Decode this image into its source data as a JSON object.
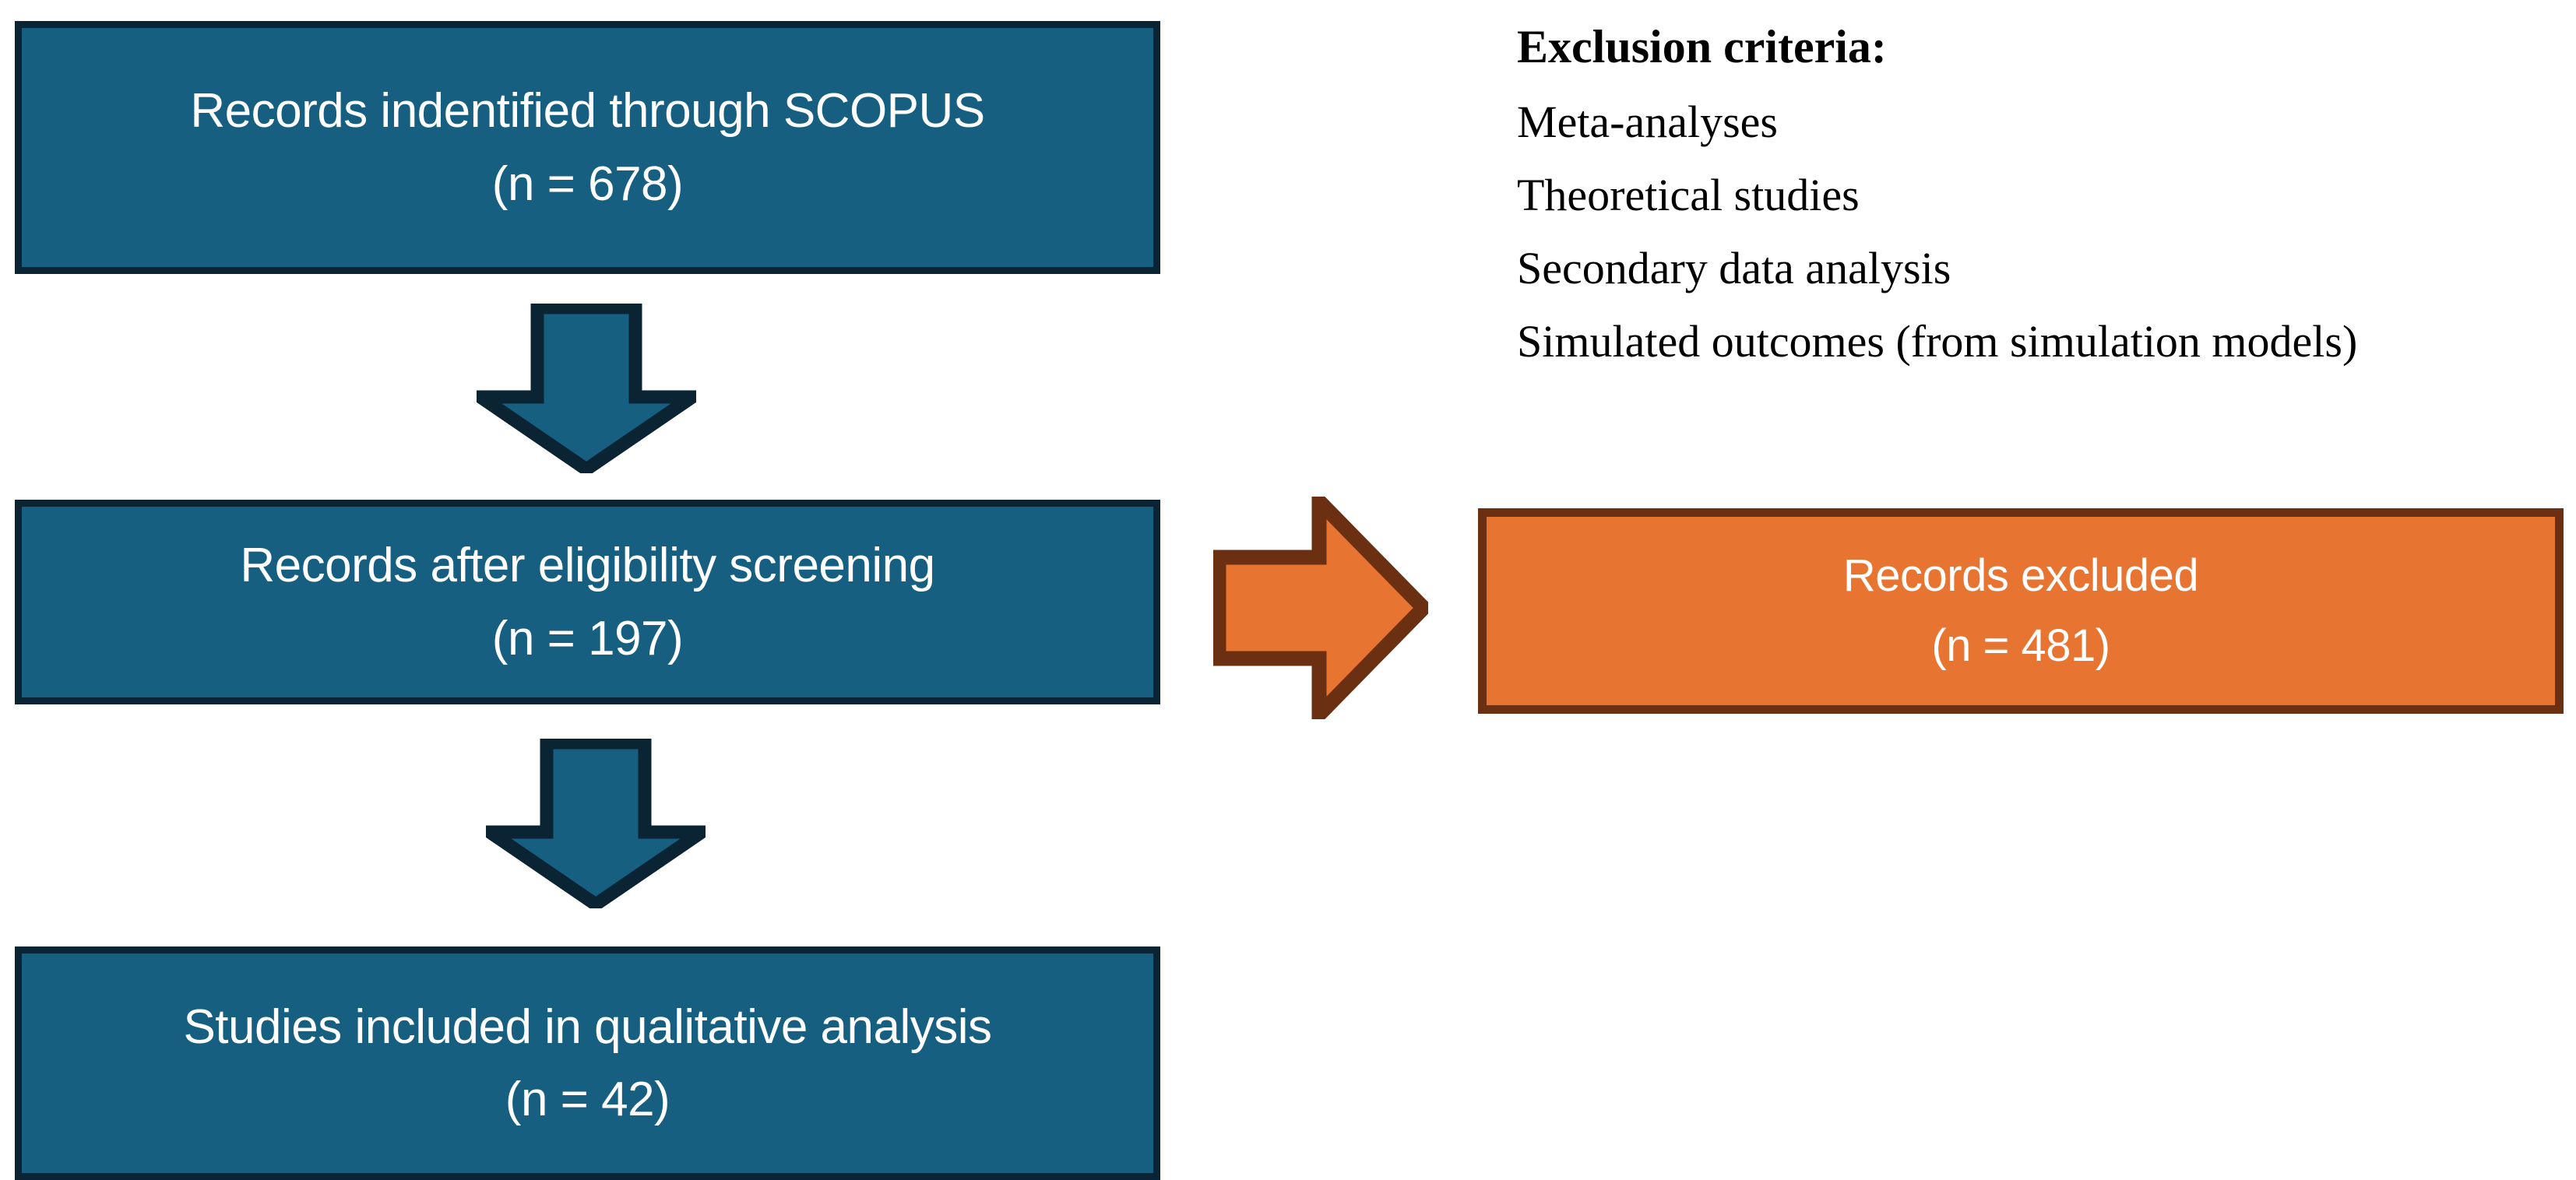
{
  "diagram": {
    "type": "prisma-flow-diagram",
    "colors": {
      "box_fill_blue": "#175f80",
      "box_border_blue": "#0b2434",
      "box_fill_orange": "#e87432",
      "box_border_orange": "#6b2f11",
      "text_on_fill": "#ffffff",
      "text_body": "#000000",
      "background": "#ffffff"
    },
    "nodes": {
      "identified": {
        "label": "Records indentified through SCOPUS",
        "count_label": "(n = 678)",
        "n": 678
      },
      "screened": {
        "label": "Records after eligibility screening",
        "count_label": "(n = 197)",
        "n": 197
      },
      "included": {
        "label": "Studies included in qualitative analysis",
        "count_label": "(n = 42)",
        "n": 42
      },
      "excluded": {
        "label": "Records excluded",
        "count_label": "(n = 481)",
        "n": 481
      }
    },
    "arrows": [
      {
        "name": "identified-to-screened",
        "direction": "down",
        "color": "#175f80"
      },
      {
        "name": "screened-to-excluded",
        "direction": "right",
        "color": "#e87432"
      },
      {
        "name": "screened-to-included",
        "direction": "down",
        "color": "#175f80"
      }
    ],
    "exclusion_criteria": {
      "heading": "Exclusion criteria:",
      "items": [
        "Meta-analyses",
        "Theoretical studies",
        "Secondary data analysis",
        "Simulated outcomes (from simulation models)"
      ]
    }
  }
}
